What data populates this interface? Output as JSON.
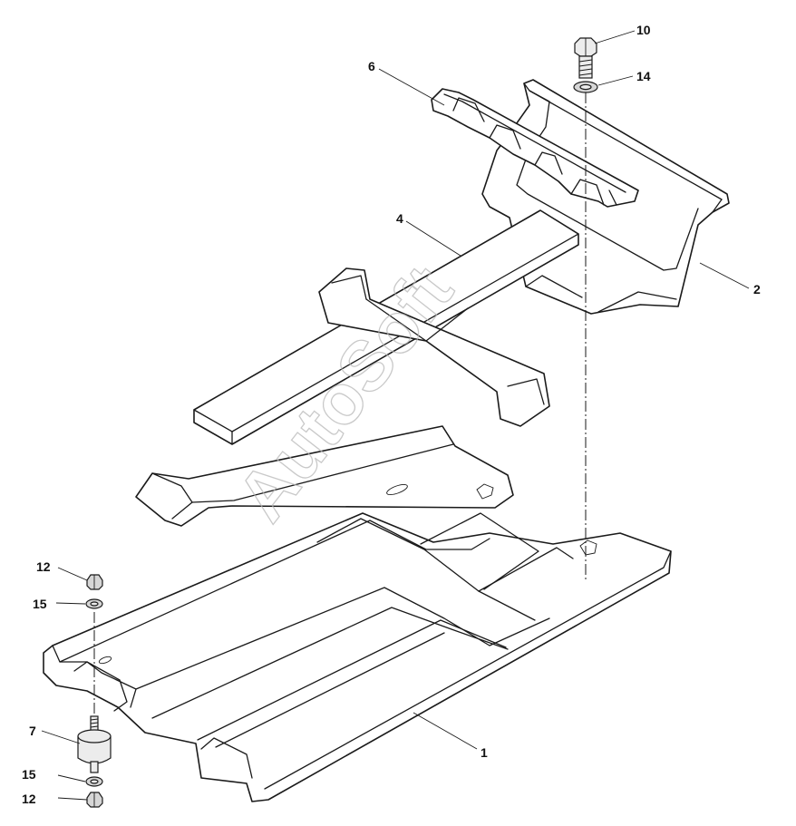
{
  "watermark": "AutoSoft",
  "callouts": [
    {
      "id": "1",
      "label": "1"
    },
    {
      "id": "2",
      "label": "2"
    },
    {
      "id": "4",
      "label": "4"
    },
    {
      "id": "6",
      "label": "6"
    },
    {
      "id": "7",
      "label": "7"
    },
    {
      "id": "10",
      "label": "10"
    },
    {
      "id": "12a",
      "label": "12"
    },
    {
      "id": "12b",
      "label": "12"
    },
    {
      "id": "14",
      "label": "14"
    },
    {
      "id": "15a",
      "label": "15"
    },
    {
      "id": "15b",
      "label": "15"
    }
  ],
  "colors": {
    "line": "#1a1a1a",
    "background": "#ffffff",
    "watermark": "#b8b8b8"
  }
}
